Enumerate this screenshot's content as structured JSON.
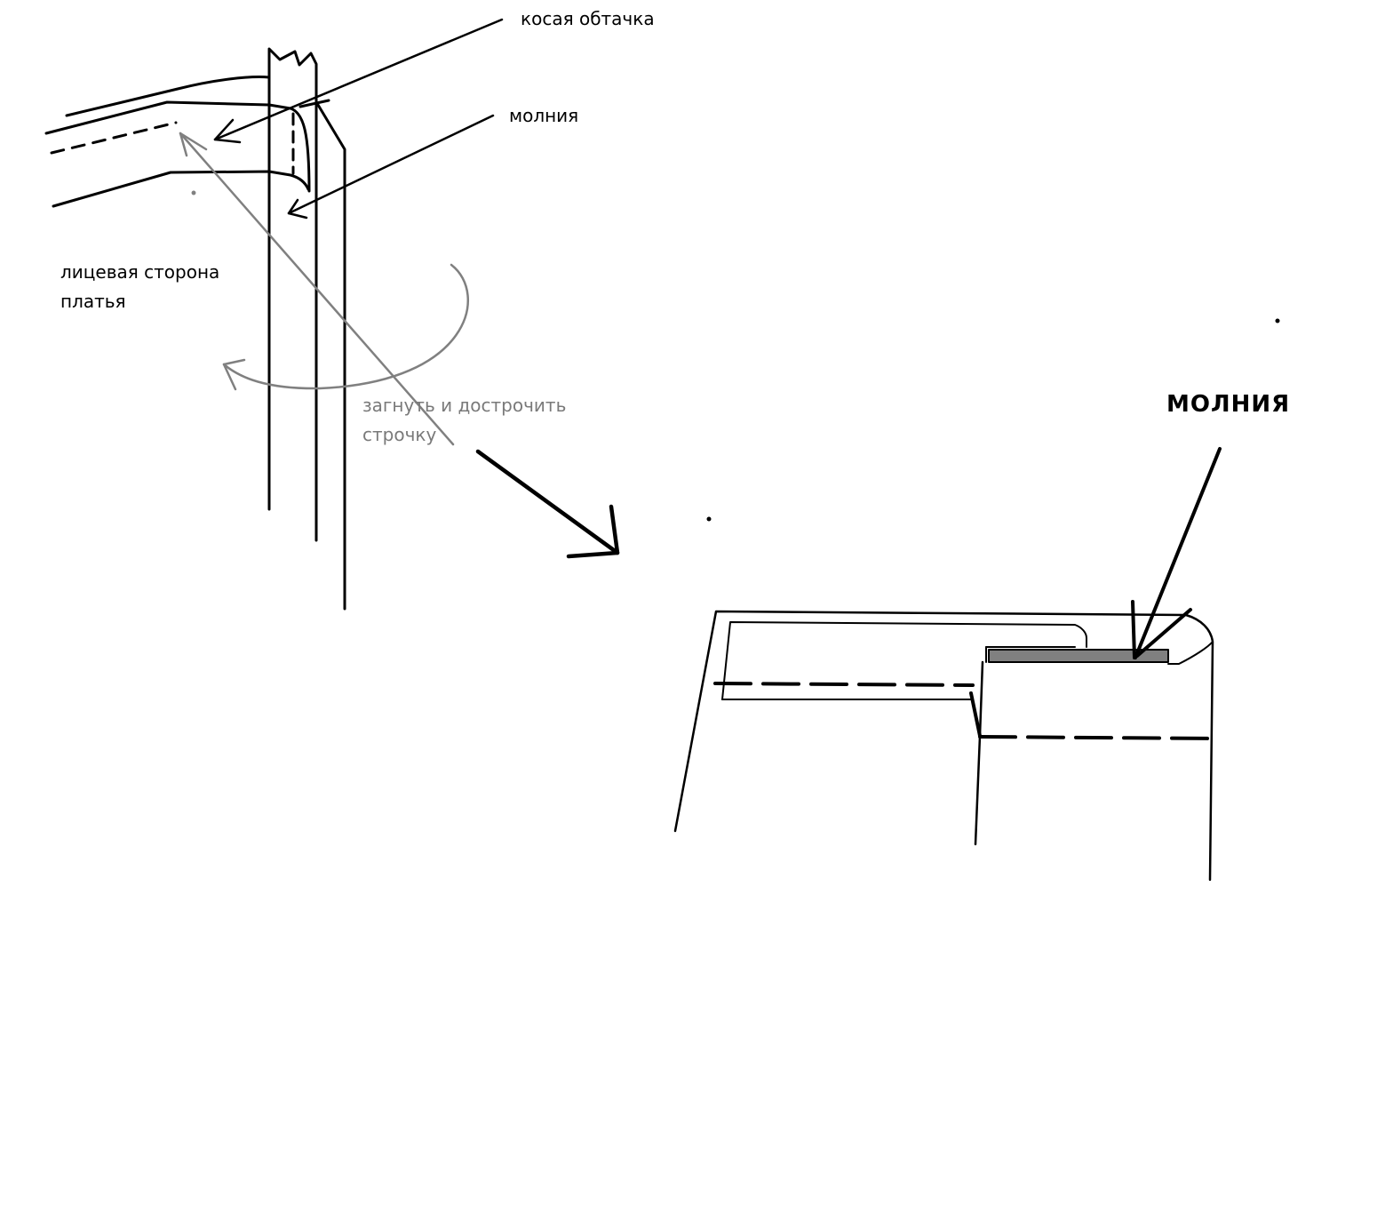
{
  "labels": {
    "bias_facing": "косая обтачка",
    "zipper": "молния",
    "dress_right_side_line1": "лицевая сторона",
    "dress_right_side_line2": "платья",
    "fold_instruction_line1": "загнуть и дострочить",
    "fold_instruction_line2": "строчку",
    "zipper_caps": "МОЛНИЯ"
  },
  "colors": {
    "line": "#000000",
    "instruction": "#808080",
    "zipper_fill": "#808080"
  }
}
